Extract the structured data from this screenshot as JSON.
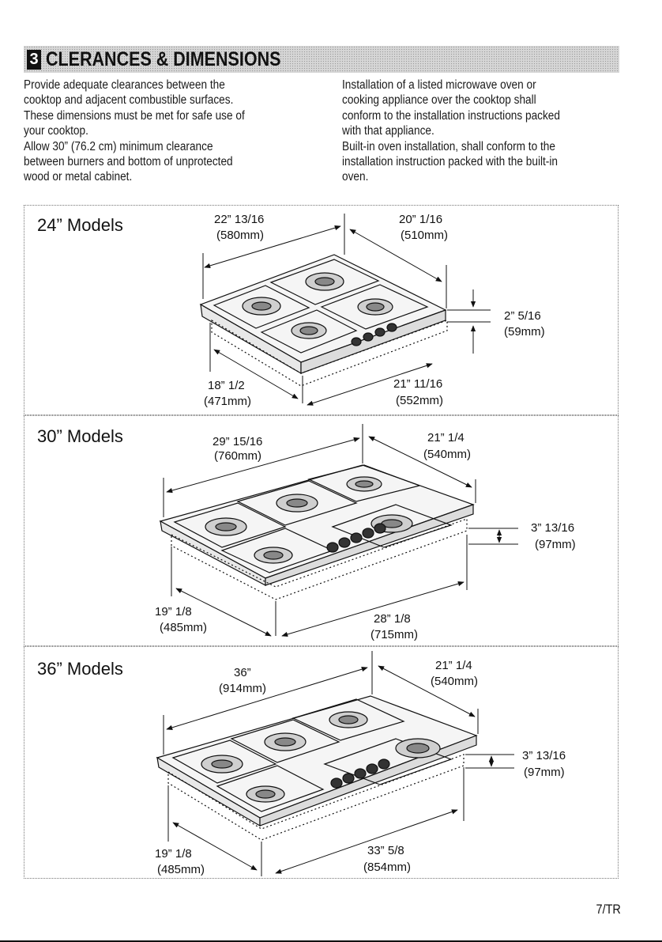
{
  "header": {
    "section_number": "3",
    "title": "CLERANCES & DIMENSIONS"
  },
  "intro": {
    "left": [
      "Provide adequate clearances between the",
      "cooktop and adjacent combustible surfaces.",
      "These dimensions must be met for safe use of",
      "your cooktop.",
      "Allow 30” (76.2 cm) minimum clearance",
      "between burners and bottom of unprotected",
      "wood or metal cabinet."
    ],
    "right": [
      "Installation of a listed microwave oven or",
      "cooking appliance over the cooktop shall",
      "conform to the installation instructions packed",
      "with that appliance.",
      "Built-in oven installation, shall conform to the",
      "installation instruction packed with the built-in",
      "oven."
    ]
  },
  "models": [
    {
      "title": "24” Models",
      "width_in": "22” 13/16",
      "width_mm": "(580mm)",
      "depth_in": "20” 1/16",
      "depth_mm": "(510mm)",
      "height_in": "2” 5/16",
      "height_mm": "(59mm)",
      "cutout_depth_in": "18” 1/2",
      "cutout_depth_mm": "(471mm)",
      "cutout_width_in": "21” 11/16",
      "cutout_width_mm": "(552mm)"
    },
    {
      "title": "30” Models",
      "width_in": "29” 15/16",
      "width_mm": "(760mm)",
      "depth_in": "21” 1/4",
      "depth_mm": "(540mm)",
      "height_in": "3” 13/16",
      "height_mm": "(97mm)",
      "cutout_depth_in": "19” 1/8",
      "cutout_depth_mm": "(485mm)",
      "cutout_width_in": "28” 1/8",
      "cutout_width_mm": "(715mm)"
    },
    {
      "title": "36” Models",
      "width_in": "36”",
      "width_mm": "(914mm)",
      "depth_in": "21” 1/4",
      "depth_mm": "(540mm)",
      "height_in": "3” 13/16",
      "height_mm": "(97mm)",
      "cutout_depth_in": "19” 1/8",
      "cutout_depth_mm": "(485mm)",
      "cutout_width_in": "33” 5/8",
      "cutout_width_mm": "(854mm)"
    }
  ],
  "footer": {
    "page": "7/TR"
  }
}
